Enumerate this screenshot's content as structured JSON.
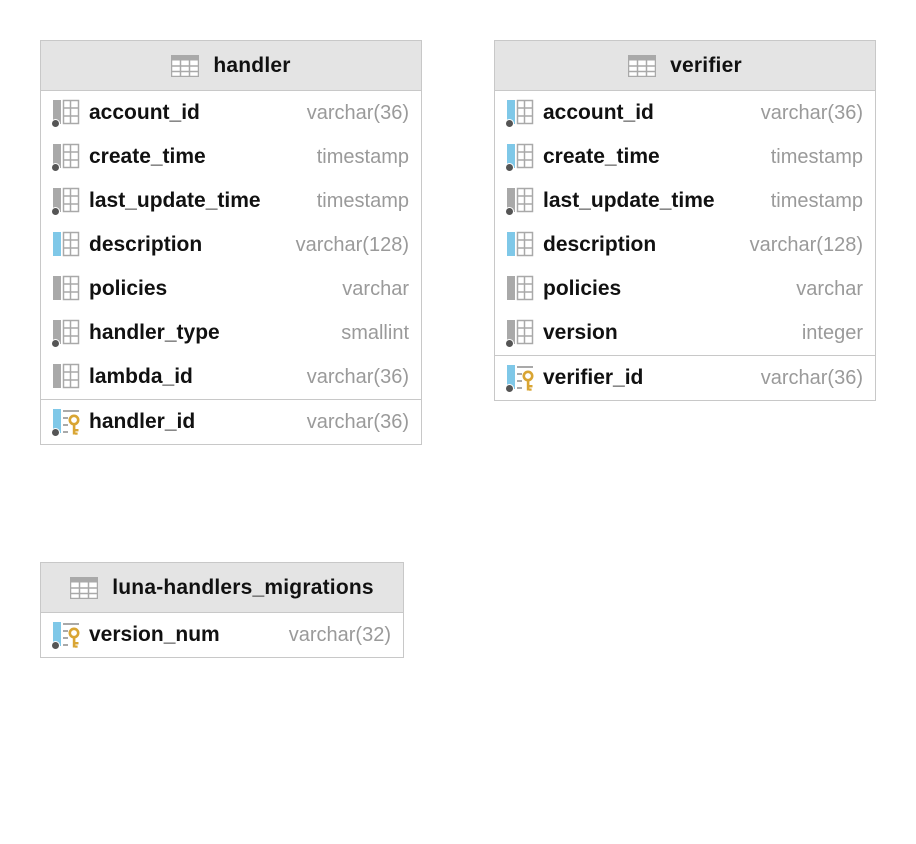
{
  "icons": {
    "table": "table-grid-icon",
    "column": "column-icon",
    "column_not_null": "column-not-null-icon",
    "primary_key": "primary-key-icon"
  },
  "colors": {
    "header_bg": "#e4e4e4",
    "border": "#c8c8c8",
    "type_text": "#9a9a9a",
    "name_text": "#111111",
    "icon_gray": "#a9a9a9",
    "icon_blue": "#7fc8e8",
    "key_gold": "#d9a533",
    "dot": "#555555"
  },
  "tables": [
    {
      "id": "handler",
      "name": "handler",
      "columns": [
        {
          "name": "account_id",
          "type": "varchar(36)",
          "accent": false,
          "not_null": true
        },
        {
          "name": "create_time",
          "type": "timestamp",
          "accent": false,
          "not_null": true
        },
        {
          "name": "last_update_time",
          "type": "timestamp",
          "accent": false,
          "not_null": true
        },
        {
          "name": "description",
          "type": "varchar(128)",
          "accent": true,
          "not_null": false
        },
        {
          "name": "policies",
          "type": "varchar",
          "accent": false,
          "not_null": false
        },
        {
          "name": "handler_type",
          "type": "smallint",
          "accent": false,
          "not_null": true
        },
        {
          "name": "lambda_id",
          "type": "varchar(36)",
          "accent": false,
          "not_null": false
        }
      ],
      "primary_keys": [
        {
          "name": "handler_id",
          "type": "varchar(36)",
          "accent": true,
          "not_null": true
        }
      ]
    },
    {
      "id": "verifier",
      "name": "verifier",
      "columns": [
        {
          "name": "account_id",
          "type": "varchar(36)",
          "accent": true,
          "not_null": true
        },
        {
          "name": "create_time",
          "type": "timestamp",
          "accent": true,
          "not_null": true
        },
        {
          "name": "last_update_time",
          "type": "timestamp",
          "accent": false,
          "not_null": true
        },
        {
          "name": "description",
          "type": "varchar(128)",
          "accent": true,
          "not_null": false
        },
        {
          "name": "policies",
          "type": "varchar",
          "accent": false,
          "not_null": false
        },
        {
          "name": "version",
          "type": "integer",
          "accent": false,
          "not_null": true
        }
      ],
      "primary_keys": [
        {
          "name": "verifier_id",
          "type": "varchar(36)",
          "accent": true,
          "not_null": true
        }
      ]
    },
    {
      "id": "migrations",
      "name": "luna-handlers_migrations",
      "columns": [],
      "primary_keys": [
        {
          "name": "version_num",
          "type": "varchar(32)",
          "accent": true,
          "not_null": true
        }
      ]
    }
  ]
}
